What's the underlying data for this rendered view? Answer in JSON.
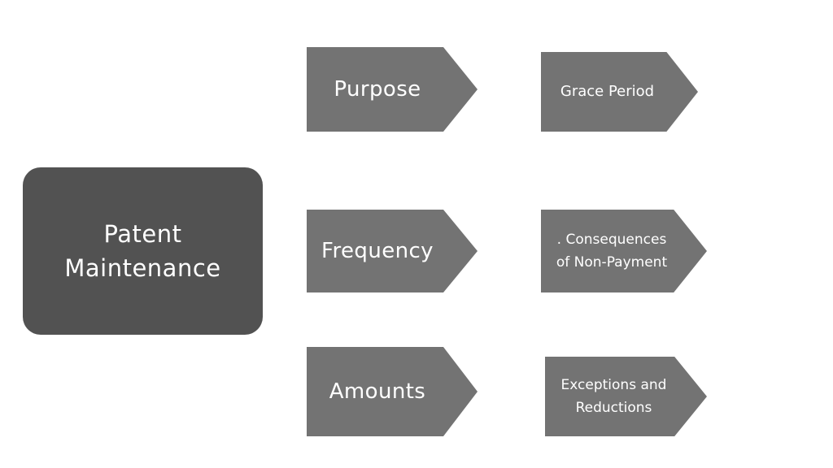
{
  "main": {
    "label_line1": "Patent",
    "label_line2": "Maintenance"
  },
  "primary": [
    {
      "label": "Purpose"
    },
    {
      "label": "Frequency"
    },
    {
      "label": "Amounts"
    }
  ],
  "secondary": [
    {
      "label_line1": "Grace Period",
      "label_line2": ""
    },
    {
      "label_line1": ". Consequences",
      "label_line2": "of Non-Payment"
    },
    {
      "label_line1": "Exceptions and",
      "label_line2": "Reductions"
    }
  ],
  "colors": {
    "main_box": "#525252",
    "arrow_fill": "#737373",
    "text": "#ffffff",
    "background": "#ffffff"
  }
}
